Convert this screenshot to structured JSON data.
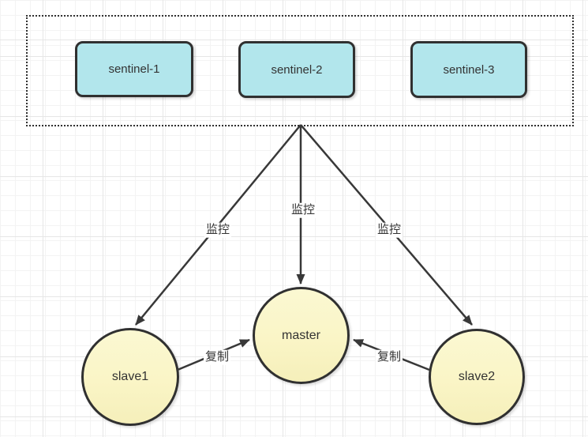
{
  "sentinels": [
    {
      "label": "sentinel-1"
    },
    {
      "label": "sentinel-2"
    },
    {
      "label": "sentinel-3"
    }
  ],
  "nodes": {
    "master": {
      "label": "master"
    },
    "slave1": {
      "label": "slave1"
    },
    "slave2": {
      "label": "slave2"
    }
  },
  "edge_labels": {
    "monitor": [
      "监控",
      "监控",
      "监控"
    ],
    "replicate": [
      "复制",
      "复制"
    ]
  },
  "colors": {
    "sentinel_fill": "#b2e6ec",
    "node_fill": "#faf5c6",
    "shape_border": "#303030",
    "arrow": "#383838",
    "label_text": "#333333"
  }
}
